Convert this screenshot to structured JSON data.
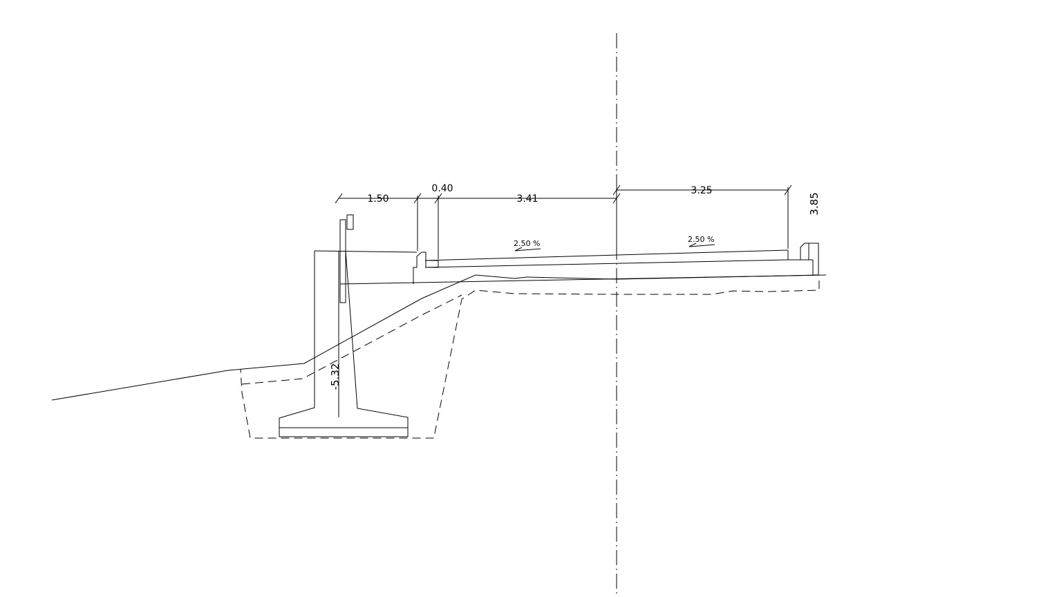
{
  "drawing": {
    "dimensions": {
      "left_barrier_width": "1.50",
      "curb_width": "0.40",
      "left_lane_width": "3.41",
      "right_lane_width": "3.25",
      "height": "3.85",
      "depth": "-5.32"
    },
    "slopes": {
      "left": "2.50 %",
      "right": "2.50 %"
    }
  }
}
